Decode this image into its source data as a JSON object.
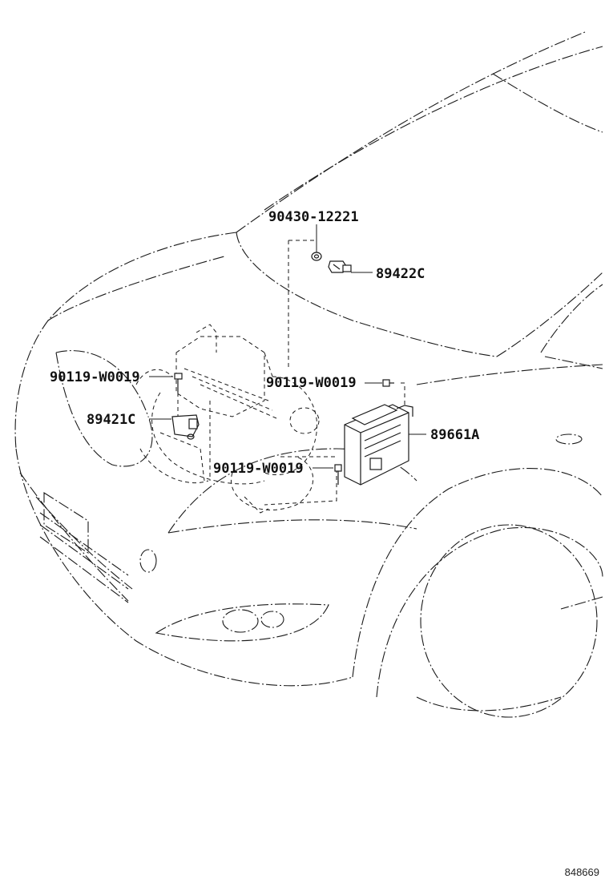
{
  "diagram": {
    "reference_number": "848669",
    "parts": [
      {
        "id": "part-90430-12221",
        "number": "90430-12221"
      },
      {
        "id": "part-89422c",
        "number": "89422C"
      },
      {
        "id": "part-90119-w0019-left",
        "number": "90119-W0019"
      },
      {
        "id": "part-89421c",
        "number": "89421C"
      },
      {
        "id": "part-90119-w0019-center",
        "number": "90119-W0019"
      },
      {
        "id": "part-89661a",
        "number": "89661A"
      },
      {
        "id": "part-90119-w0019-lower",
        "number": "90119-W0019"
      }
    ]
  }
}
